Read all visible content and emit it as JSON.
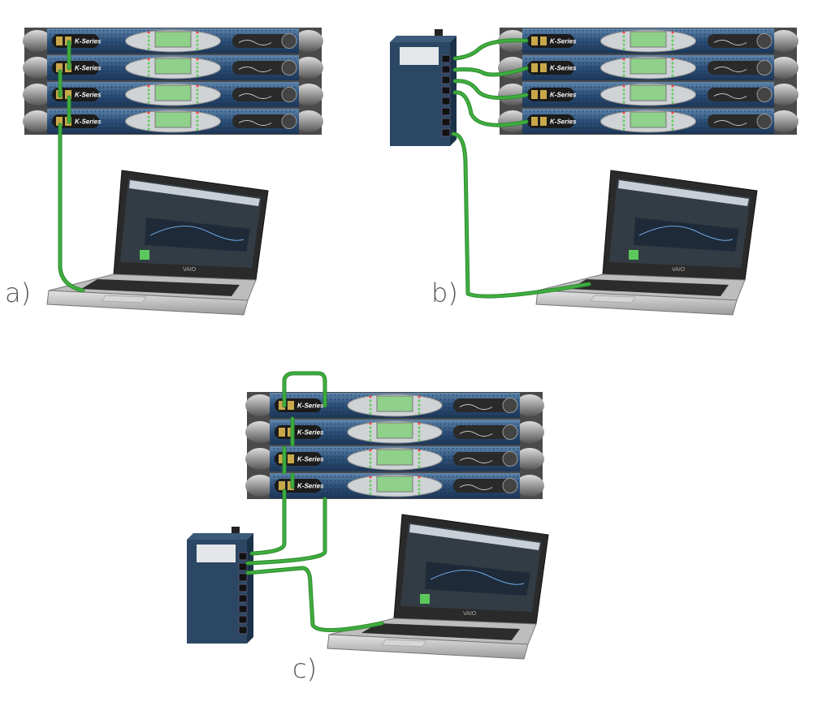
{
  "labels": {
    "a": "a)",
    "b": "b)",
    "c": "c)"
  },
  "amplifier": {
    "brand": "K-Series",
    "units_per_rack": 4
  },
  "laptop": {
    "brand": "VAIO"
  },
  "colors": {
    "cable": "#3fae3f",
    "amp_body": "#2c4f78",
    "switch_body": "#2b4763",
    "lcd": "#8fd08a"
  }
}
